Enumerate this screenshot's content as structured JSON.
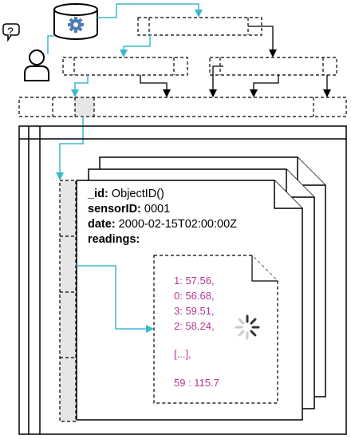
{
  "document": {
    "fields": [
      {
        "key": "_id:",
        "value": " ObjectID()"
      },
      {
        "key": "sensorID:",
        "value": " 0001"
      },
      {
        "key": "date:",
        "value": " 2000-02-15T02:00:00Z"
      },
      {
        "key": "readings:",
        "value": ""
      }
    ]
  },
  "readings": {
    "items": [
      "1: 57.56,",
      "0: 56.68,",
      "3: 59.51,",
      "2: 58.24,"
    ],
    "ellipsis": "[...],",
    "last": "59 : 115.7"
  },
  "icons": {
    "database": "database-gear-icon",
    "user": "user-question-icon",
    "loading": "loading-spinner-icon"
  },
  "colors": {
    "stroke": "#000000",
    "arrow_cyan": "#3bb8d1",
    "readings_text": "#b5379a",
    "spinner_dark": "#333333",
    "spinner_light": "#cccccc",
    "db_gear": "#4d7db3"
  }
}
